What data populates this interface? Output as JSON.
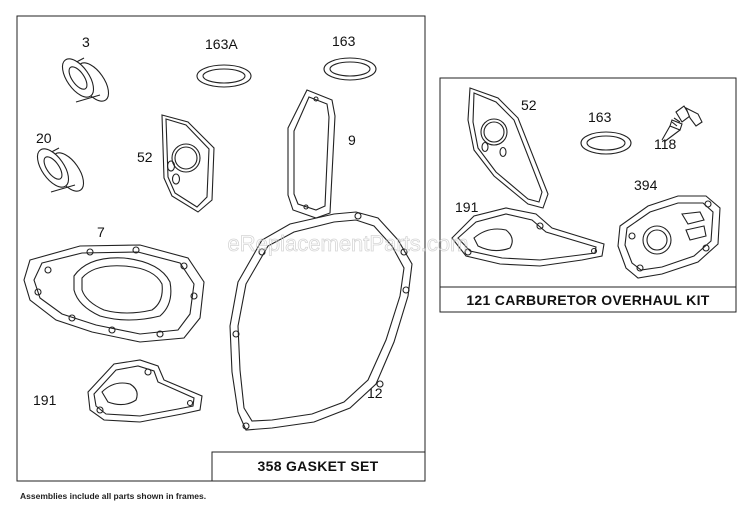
{
  "gasket_set": {
    "caption": "358 GASKET SET",
    "labels": {
      "p3": "3",
      "p163a": "163A",
      "p163": "163",
      "p20": "20",
      "p52": "52",
      "p9": "9",
      "p7": "7",
      "p191": "191",
      "p12": "12"
    }
  },
  "carb_kit": {
    "caption": "121 CARBURETOR OVERHAUL KIT",
    "labels": {
      "p52": "52",
      "p163": "163",
      "p118": "118",
      "p191": "191",
      "p394": "394"
    }
  },
  "footnote": "Assemblies include all parts shown in frames.",
  "watermark": "eReplacementParts.com"
}
